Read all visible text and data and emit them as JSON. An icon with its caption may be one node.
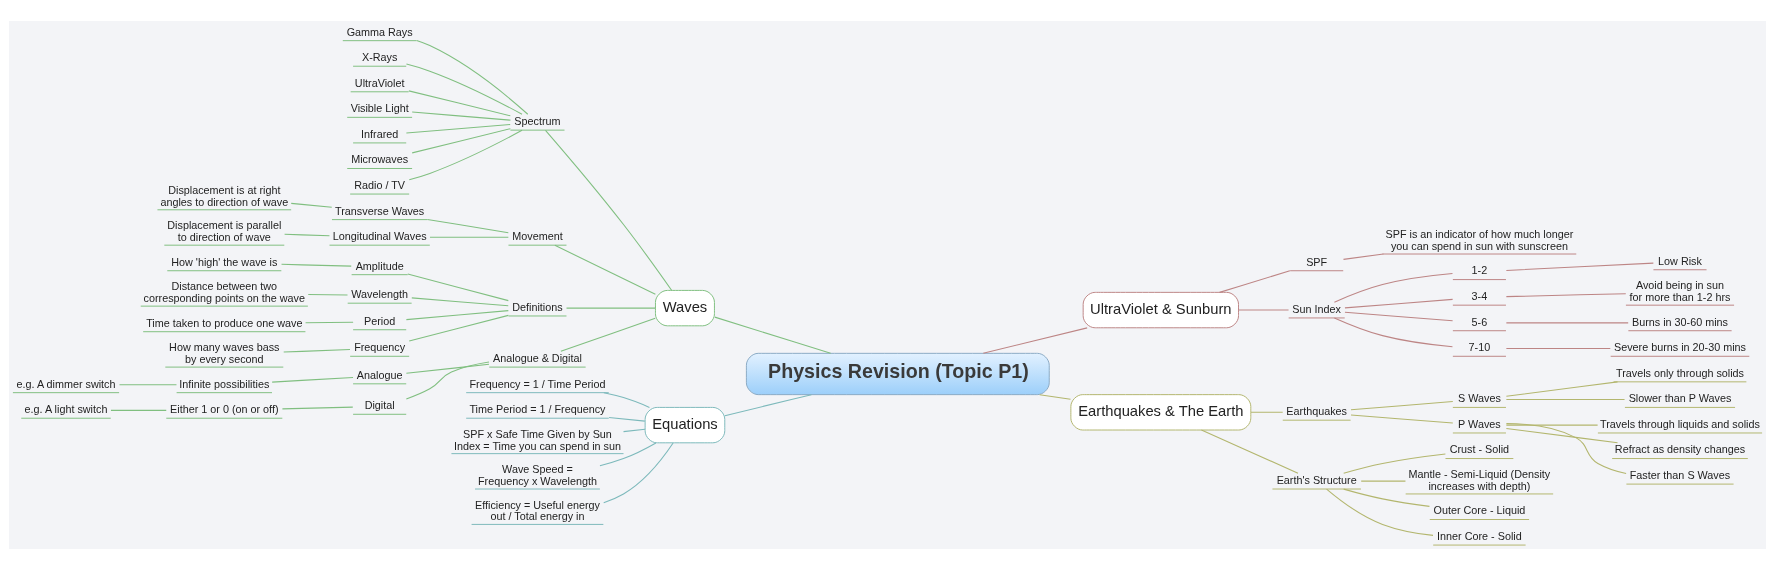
{
  "diagram": {
    "nodes": [
      {
        "text": [
          "Physics Revision (Topic P1)"
        ]
      },
      {
        "text": [
          "Waves"
        ]
      },
      {
        "text": [
          "Spectrum"
        ]
      },
      {
        "text": [
          "Gamma Rays"
        ]
      },
      {
        "text": [
          "X-Rays"
        ]
      },
      {
        "text": [
          "UltraViolet"
        ]
      },
      {
        "text": [
          "Visible Light"
        ]
      },
      {
        "text": [
          "Infrared"
        ]
      },
      {
        "text": [
          "Microwaves"
        ]
      },
      {
        "text": [
          "Radio / TV"
        ]
      },
      {
        "text": [
          "Movement"
        ]
      },
      {
        "text": [
          "Transverse Waves"
        ]
      },
      {
        "text": [
          "Displacement is at right angles to direction of wave"
        ]
      },
      {
        "text": [
          "Longitudinal Waves"
        ]
      },
      {
        "text": [
          "Displacement is parallel to direction of wave"
        ]
      },
      {
        "text": [
          "Definitions"
        ]
      },
      {
        "text": [
          "Amplitude"
        ]
      },
      {
        "text": [
          "How 'high' the wave is"
        ]
      },
      {
        "text": [
          "Wavelength"
        ]
      },
      {
        "text": [
          "Distance between two corresponding points on the wave"
        ]
      },
      {
        "text": [
          "Period"
        ]
      },
      {
        "text": [
          "Time taken to produce one wave"
        ]
      },
      {
        "text": [
          "Frequency"
        ]
      },
      {
        "text": [
          "How many waves bass by every second"
        ]
      },
      {
        "text": [
          "Analogue & Digital"
        ]
      },
      {
        "text": [
          "Analogue"
        ]
      },
      {
        "text": [
          "Infinite possibilities"
        ]
      },
      {
        "text": [
          "e.g. A dimmer switch"
        ]
      },
      {
        "text": [
          "Digital"
        ]
      },
      {
        "text": [
          "Either 1 or 0 (on or off)"
        ]
      },
      {
        "text": [
          "e.g. A light switch"
        ]
      },
      {
        "text": [
          "Equations"
        ]
      },
      {
        "text": [
          "Frequency = 1 / Time Period"
        ]
      },
      {
        "text": [
          "Time Period = 1 / Frequency"
        ]
      },
      {
        "text": [
          "SPF x Safe Time Given by Sun Index = Time you can spend in sun"
        ]
      },
      {
        "text": [
          "Wave Speed = Frequency x Wavelength"
        ]
      },
      {
        "text": [
          "Efficiency = Useful energy out / Total energy in"
        ]
      },
      {
        "text": [
          "UltraViolet & Sunburn"
        ]
      },
      {
        "text": [
          "SPF"
        ]
      },
      {
        "text": [
          "SPF is an indicator of how much longer you can spend in sun with sunscreen"
        ]
      },
      {
        "text": [
          "Sun Index"
        ]
      },
      {
        "text": [
          "1-2"
        ]
      },
      {
        "text": [
          "Low Risk"
        ]
      },
      {
        "text": [
          "3-4"
        ]
      },
      {
        "text": [
          "Avoid being in sun for more than 1-2 hrs"
        ]
      },
      {
        "text": [
          "5-6"
        ]
      },
      {
        "text": [
          "Burns in 30-60 mins"
        ]
      },
      {
        "text": [
          "7-10"
        ]
      },
      {
        "text": [
          "Severe burns in 20-30 mins"
        ]
      },
      {
        "text": [
          "Earthquakes & The Earth"
        ]
      },
      {
        "text": [
          "Earthquakes"
        ]
      },
      {
        "text": [
          "S Waves"
        ]
      },
      {
        "text": [
          "Travels only through solids"
        ]
      },
      {
        "text": [
          "Slower than P Waves"
        ]
      },
      {
        "text": [
          "P Waves"
        ]
      },
      {
        "text": [
          "Travels through liquids and solids"
        ]
      },
      {
        "text": [
          "Refract as density changes"
        ]
      },
      {
        "text": [
          "Faster than S Waves"
        ]
      },
      {
        "text": [
          "Earth's Structure"
        ]
      },
      {
        "text": [
          "Crust - Solid"
        ]
      },
      {
        "text": [
          "Mantle - Semi-Liquid (Density increases with depth)"
        ]
      },
      {
        "text": [
          "Outer Core - Liquid"
        ]
      },
      {
        "text": [
          "Inner Core - Solid"
        ]
      }
    ],
    "edges": [
      {
        "from": 1,
        "to": 0,
        "arrow": "none"
      },
      {
        "from": 2,
        "to": 1,
        "arrow": "none"
      },
      {
        "from": 3,
        "to": 2,
        "arrow": "none"
      },
      {
        "from": 4,
        "to": 2,
        "arrow": "none"
      },
      {
        "from": 5,
        "to": 2,
        "arrow": "none"
      },
      {
        "from": 6,
        "to": 2,
        "arrow": "none"
      },
      {
        "from": 7,
        "to": 2,
        "arrow": "none"
      },
      {
        "from": 8,
        "to": 2,
        "arrow": "none"
      },
      {
        "from": 9,
        "to": 2,
        "arrow": "none"
      },
      {
        "from": 10,
        "to": 1,
        "arrow": "none"
      },
      {
        "from": 11,
        "to": 10,
        "arrow": "none"
      },
      {
        "from": 12,
        "to": 11,
        "arrow": "none"
      },
      {
        "from": 13,
        "to": 10,
        "arrow": "none"
      },
      {
        "from": 14,
        "to": 13,
        "arrow": "none"
      },
      {
        "from": 15,
        "to": 1,
        "arrow": "none"
      },
      {
        "from": 16,
        "to": 15,
        "arrow": "none"
      },
      {
        "from": 17,
        "to": 16,
        "arrow": "none"
      },
      {
        "from": 18,
        "to": 15,
        "arrow": "none"
      },
      {
        "from": 19,
        "to": 18,
        "arrow": "none"
      },
      {
        "from": 20,
        "to": 15,
        "arrow": "none"
      },
      {
        "from": 21,
        "to": 20,
        "arrow": "none"
      },
      {
        "from": 22,
        "to": 15,
        "arrow": "none"
      },
      {
        "from": 23,
        "to": 22,
        "arrow": "none"
      },
      {
        "from": 24,
        "to": 1,
        "arrow": "none"
      },
      {
        "from": 25,
        "to": 24,
        "arrow": "none"
      },
      {
        "from": 26,
        "to": 25,
        "arrow": "none"
      },
      {
        "from": 27,
        "to": 26,
        "arrow": "none"
      },
      {
        "from": 28,
        "to": 24,
        "arrow": "none"
      },
      {
        "from": 29,
        "to": 28,
        "arrow": "none"
      },
      {
        "from": 30,
        "to": 29,
        "arrow": "none"
      },
      {
        "from": 31,
        "to": 0,
        "arrow": "none",
        "color": "#7cb9bb"
      },
      {
        "from": 32,
        "to": 31,
        "arrow": "none",
        "color": "#7cb9bb"
      },
      {
        "from": 33,
        "to": 31,
        "arrow": "none",
        "color": "#7cb9bb"
      },
      {
        "from": 34,
        "to": 31,
        "arrow": "none",
        "color": "#7cb9bb"
      },
      {
        "from": 35,
        "to": 31,
        "arrow": "none",
        "color": "#7cb9bb"
      },
      {
        "from": 36,
        "to": 31,
        "arrow": "none",
        "color": "#7cb9bb"
      },
      {
        "from": 0,
        "to": 37,
        "arrow": "none",
        "color": "#bd8585"
      },
      {
        "from": 37,
        "to": 38,
        "arrow": "none",
        "color": "#bd8585"
      },
      {
        "from": 38,
        "to": 39,
        "arrow": "none",
        "color": "#bd8585"
      },
      {
        "from": 37,
        "to": 40,
        "arrow": "none",
        "color": "#bd8585"
      },
      {
        "from": 40,
        "to": 41,
        "arrow": "none",
        "color": "#bd8585"
      },
      {
        "from": 41,
        "to": 42,
        "arrow": "none",
        "color": "#bd8585"
      },
      {
        "from": 40,
        "to": 43,
        "arrow": "none",
        "color": "#bd8585"
      },
      {
        "from": 43,
        "to": 44,
        "arrow": "none",
        "color": "#bd8585"
      },
      {
        "from": 40,
        "to": 45,
        "arrow": "none",
        "color": "#bd8585"
      },
      {
        "from": 45,
        "to": 46,
        "arrow": "none",
        "color": "#bd8585"
      },
      {
        "from": 40,
        "to": 47,
        "arrow": "none",
        "color": "#bd8585"
      },
      {
        "from": 47,
        "to": 48,
        "arrow": "none",
        "color": "#bd8585"
      },
      {
        "from": 0,
        "to": 49,
        "arrow": "none",
        "color": "#b3b66e"
      },
      {
        "from": 49,
        "to": 50,
        "arrow": "none",
        "color": "#b3b66e"
      },
      {
        "from": 50,
        "to": 51,
        "arrow": "none",
        "color": "#b3b66e"
      },
      {
        "from": 51,
        "to": 52,
        "arrow": "none",
        "color": "#b3b66e"
      },
      {
        "from": 51,
        "to": 53,
        "arrow": "none",
        "color": "#b3b66e"
      },
      {
        "from": 50,
        "to": 54,
        "arrow": "none",
        "color": "#b3b66e"
      },
      {
        "from": 54,
        "to": 55,
        "arrow": "none",
        "color": "#b3b66e"
      },
      {
        "from": 54,
        "to": 56,
        "arrow": "none",
        "color": "#b3b66e"
      },
      {
        "from": 54,
        "to": 57,
        "arrow": "none",
        "color": "#b3b66e"
      },
      {
        "from": 49,
        "to": 58,
        "arrow": "none",
        "color": "#b3b66e"
      },
      {
        "from": 58,
        "to": 59,
        "arrow": "none",
        "color": "#b3b66e"
      },
      {
        "from": 58,
        "to": 60,
        "arrow": "none",
        "color": "#b3b66e"
      },
      {
        "from": 58,
        "to": 61,
        "arrow": "none",
        "color": "#b3b66e"
      },
      {
        "from": 58,
        "to": 62,
        "arrow": "none",
        "color": "#b3b66e"
      }
    ]
  }
}
